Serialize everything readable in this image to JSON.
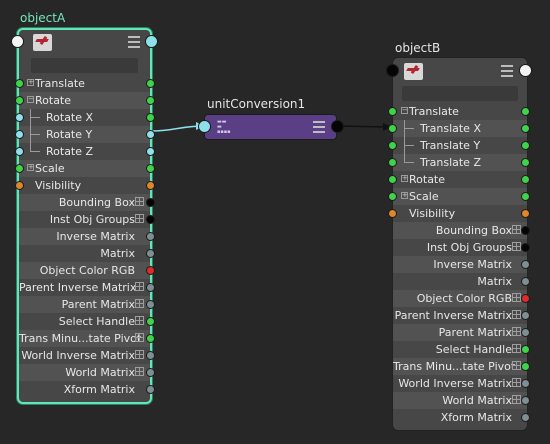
{
  "colors": {
    "green": "#3fd34b",
    "cyan": "#8ee0ea",
    "orange": "#e0852a",
    "black": "#050505",
    "gray": "#7d8f95",
    "red": "#e02b2b",
    "white": "#f4f4f4",
    "selection": "#5fe8b5",
    "unit_node": "#5a3f86"
  },
  "icons": {
    "node_swatch": "transform-swatch-icon",
    "node_menu": "menu-icon",
    "expand": "expand-plus-icon",
    "matrix": "matrix-grid-icon"
  },
  "objectA": {
    "title": "objectA",
    "rows": [
      {
        "label": "Translate",
        "in": "green",
        "out": "green",
        "expand": true
      },
      {
        "label": "Rotate",
        "in": "green",
        "out": "green",
        "expand": true,
        "open": true
      },
      {
        "label": "Rotate X",
        "in": "cyan",
        "out": "green",
        "child": true
      },
      {
        "label": "Rotate Y",
        "in": "cyan",
        "out": "cyan",
        "child": true
      },
      {
        "label": "Rotate Z",
        "in": "cyan",
        "out": "cyan",
        "child": true,
        "last": true
      },
      {
        "label": "Scale",
        "in": "green",
        "out": "green",
        "expand": true
      },
      {
        "label": "Visibility",
        "in": "orange",
        "out": "orange"
      },
      {
        "label": "Bounding Box",
        "out": "black",
        "matrix": true
      },
      {
        "label": "Inst Obj Groups",
        "out": "black",
        "matrix": true
      },
      {
        "label": "Inverse Matrix",
        "out": "gray"
      },
      {
        "label": "Matrix",
        "out": "gray"
      },
      {
        "label": "Object Color RGB",
        "out": "red"
      },
      {
        "label": "Parent Inverse Matrix",
        "out": "gray",
        "matrix": true
      },
      {
        "label": "Parent Matrix",
        "out": "gray",
        "matrix": true
      },
      {
        "label": "Select Handle",
        "out": "green",
        "matrix": true
      },
      {
        "label": "Trans Minu...tate Pivot",
        "out": "green",
        "matrix": true
      },
      {
        "label": "World Inverse Matrix",
        "out": "gray",
        "matrix": true
      },
      {
        "label": "World Matrix",
        "out": "gray",
        "matrix": true
      },
      {
        "label": "Xform Matrix",
        "out": "gray"
      }
    ]
  },
  "unitConversion": {
    "title": "unitConversion1"
  },
  "objectB": {
    "title": "objectB",
    "rows": [
      {
        "label": "Translate",
        "in": "green",
        "out": "green",
        "expand": true,
        "open": true
      },
      {
        "label": "Translate X",
        "in": "green",
        "out": "green",
        "child": true
      },
      {
        "label": "Translate Y",
        "in": "green",
        "out": "green",
        "child": true
      },
      {
        "label": "Translate Z",
        "in": "green",
        "out": "green",
        "child": true,
        "last": true
      },
      {
        "label": "Rotate",
        "in": "green",
        "out": "green",
        "expand": true
      },
      {
        "label": "Scale",
        "in": "green",
        "out": "green",
        "expand": true
      },
      {
        "label": "Visibility",
        "in": "orange",
        "out": "orange"
      },
      {
        "label": "Bounding Box",
        "out": "black",
        "matrix": true
      },
      {
        "label": "Inst Obj Groups",
        "out": "black",
        "matrix": true
      },
      {
        "label": "Inverse Matrix",
        "out": "gray"
      },
      {
        "label": "Matrix",
        "out": "gray"
      },
      {
        "label": "Object Color RGB",
        "out": "red",
        "matrix": true
      },
      {
        "label": "Parent Inverse Matrix",
        "out": "gray",
        "matrix": true
      },
      {
        "label": "Parent Matrix",
        "out": "gray",
        "matrix": true
      },
      {
        "label": "Select Handle",
        "out": "green",
        "matrix": true
      },
      {
        "label": "Trans Minu...tate Pivot",
        "out": "green",
        "matrix": true
      },
      {
        "label": "World Inverse Matrix",
        "out": "gray",
        "matrix": true
      },
      {
        "label": "World Matrix",
        "out": "gray",
        "matrix": true
      },
      {
        "label": "Xform Matrix",
        "out": "gray"
      }
    ]
  }
}
